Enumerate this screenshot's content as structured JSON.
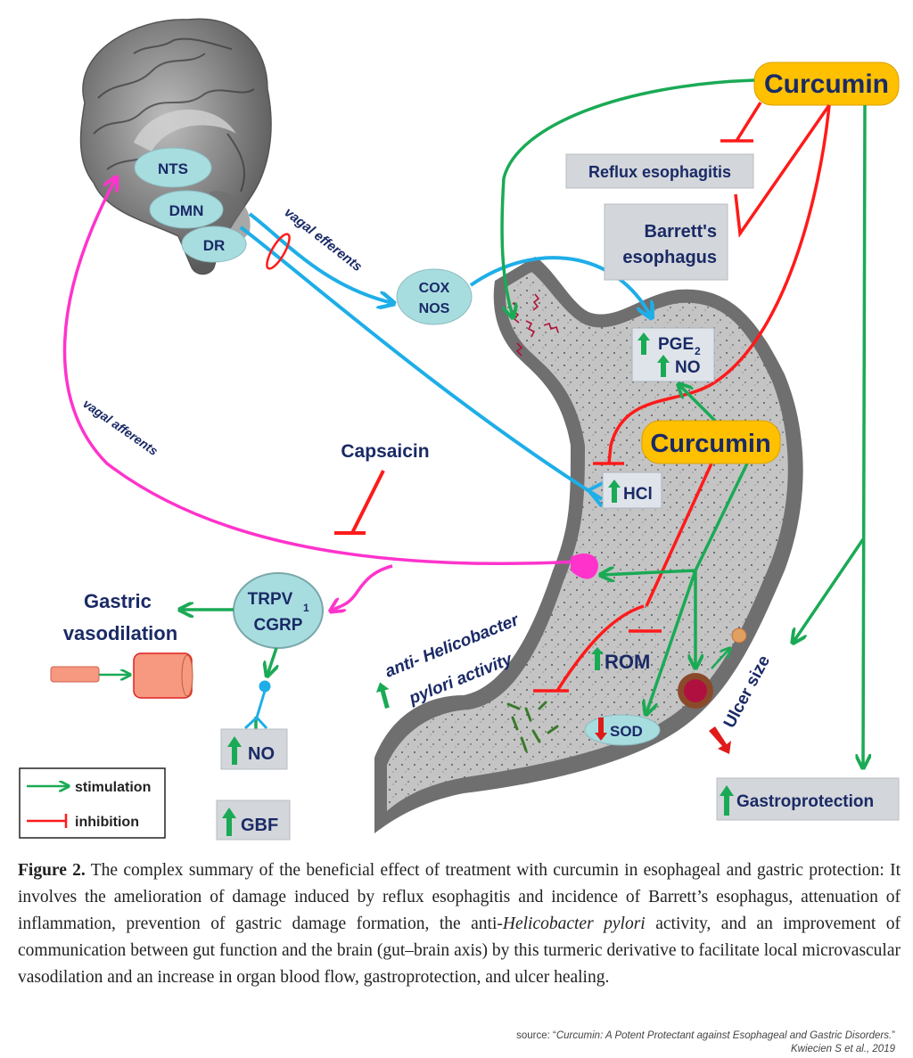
{
  "diagram": {
    "brain_nuclei": [
      "NTS",
      "DMN",
      "DR"
    ],
    "vagal_efferents_label": "vagal efferents",
    "vagal_afferents_label": "vagal afferents",
    "cox_nos": [
      "COX",
      "NOS"
    ],
    "curcumin_top": "Curcumin",
    "curcumin_stomach": "Curcumin",
    "reflux_esophagitis": "Reflux esophagitis",
    "barretts": [
      "Barrett's",
      "esophagus"
    ],
    "pge2": "PGE",
    "pge2_sub": "2",
    "no_stomach": "NO",
    "hcl": "HCl",
    "capsaicin": "Capsaicin",
    "trpv1": "TRPV",
    "trpv1_sub": "1",
    "cgrp": "CGRP",
    "gastric_vasodilation": [
      "Gastric",
      "vasodilation"
    ],
    "no_box": "NO",
    "gbf_box": "GBF",
    "rom": "ROM",
    "sod": "SOD",
    "anti_helicobacter": [
      "anti- Helicobacter",
      "pylori activity"
    ],
    "ulcer_size": "Ulcer size",
    "gastroprotection": "Gastroprotection",
    "legend": {
      "stimulation": "stimulation",
      "inhibition": "inhibition"
    },
    "colors": {
      "stimulation": "#1aaa55",
      "inhibition": "#ff1a1a",
      "efferent": "#1eaee8",
      "afferent": "#ff33cc",
      "curcumin_fill": "#ffc000",
      "label_text": "#1a2a66",
      "node_fill": "#a8dde0",
      "box_fill": "#d3d6da"
    }
  },
  "caption": {
    "figure_label": "Figure 2.",
    "text_part1": " The complex summary of the beneficial effect of treatment with curcumin in esophageal and gastric protection: It involves the amelioration of damage induced by reflux esophagitis and incidence of Barrett’s esophagus, attenuation of inflammation, prevention of gastric damage formation, the anti-",
    "italic": "Helicobacter pylori",
    "text_part2": " activity, and an improvement of communication between gut function and the brain (gut–brain axis) by this turmeric derivative to facilitate local microvascular vasodilation and an increase in organ blood flow, gastroprotection, and ulcer healing."
  },
  "source": {
    "prefix": "source: “",
    "title": "Curcumin: A Potent Protectant against Esophageal and Gastric Disorders.",
    "suffix": "”",
    "authors": "Kwiecien S et al., 2019"
  }
}
